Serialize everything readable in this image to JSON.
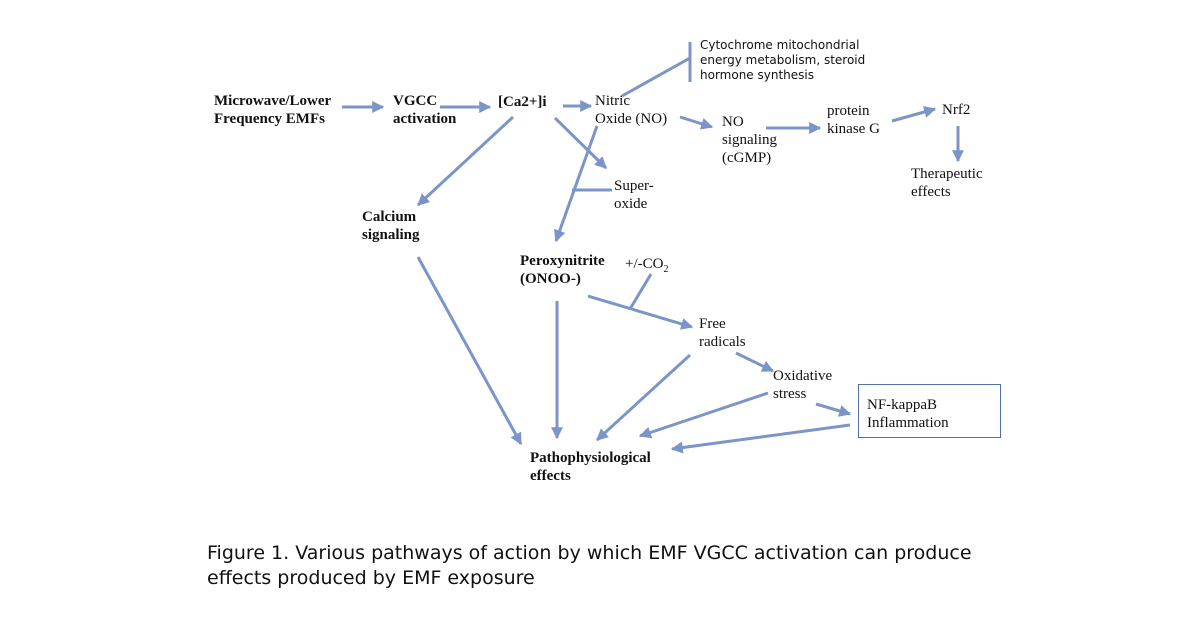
{
  "nodes": {
    "emf": [
      "Microwave/Lower",
      "Frequency EMFs"
    ],
    "vgcc": [
      "VGCC",
      "activation"
    ],
    "ca": "[Ca2+]i",
    "no": [
      "Nitric",
      "Oxide (NO)"
    ],
    "cyto": [
      "Cytochrome mitochondrial",
      "energy metabolism, steroid",
      "hormone synthesis"
    ],
    "nosig": [
      "NO",
      "signaling",
      "(cGMP)"
    ],
    "pkg": [
      "protein",
      "kinase G"
    ],
    "nrf2": "Nrf2",
    "thera": [
      "Therapeutic",
      "effects"
    ],
    "superoxide": [
      "Super-",
      "oxide"
    ],
    "calcium": [
      "Calcium",
      "signaling"
    ],
    "peroxy": [
      "Peroxynitrite",
      "(ONOO-)"
    ],
    "co2": {
      "prefix": "+/-CO",
      "sub": "2"
    },
    "freerad": [
      "Free",
      "radicals"
    ],
    "oxstress": [
      "Oxidative",
      "stress"
    ],
    "nfkb": [
      "NF-kappaB",
      "Inflammation"
    ],
    "patho": [
      "Pathophysiological",
      "effects"
    ]
  },
  "caption": [
    "Figure 1.  Various pathways of action by which EMF VGCC activation can produce",
    "effects produced by EMF exposure"
  ],
  "colors": {
    "arrow": "#7b95c8",
    "box_border": "#4f6fa6",
    "text": "#111111"
  }
}
